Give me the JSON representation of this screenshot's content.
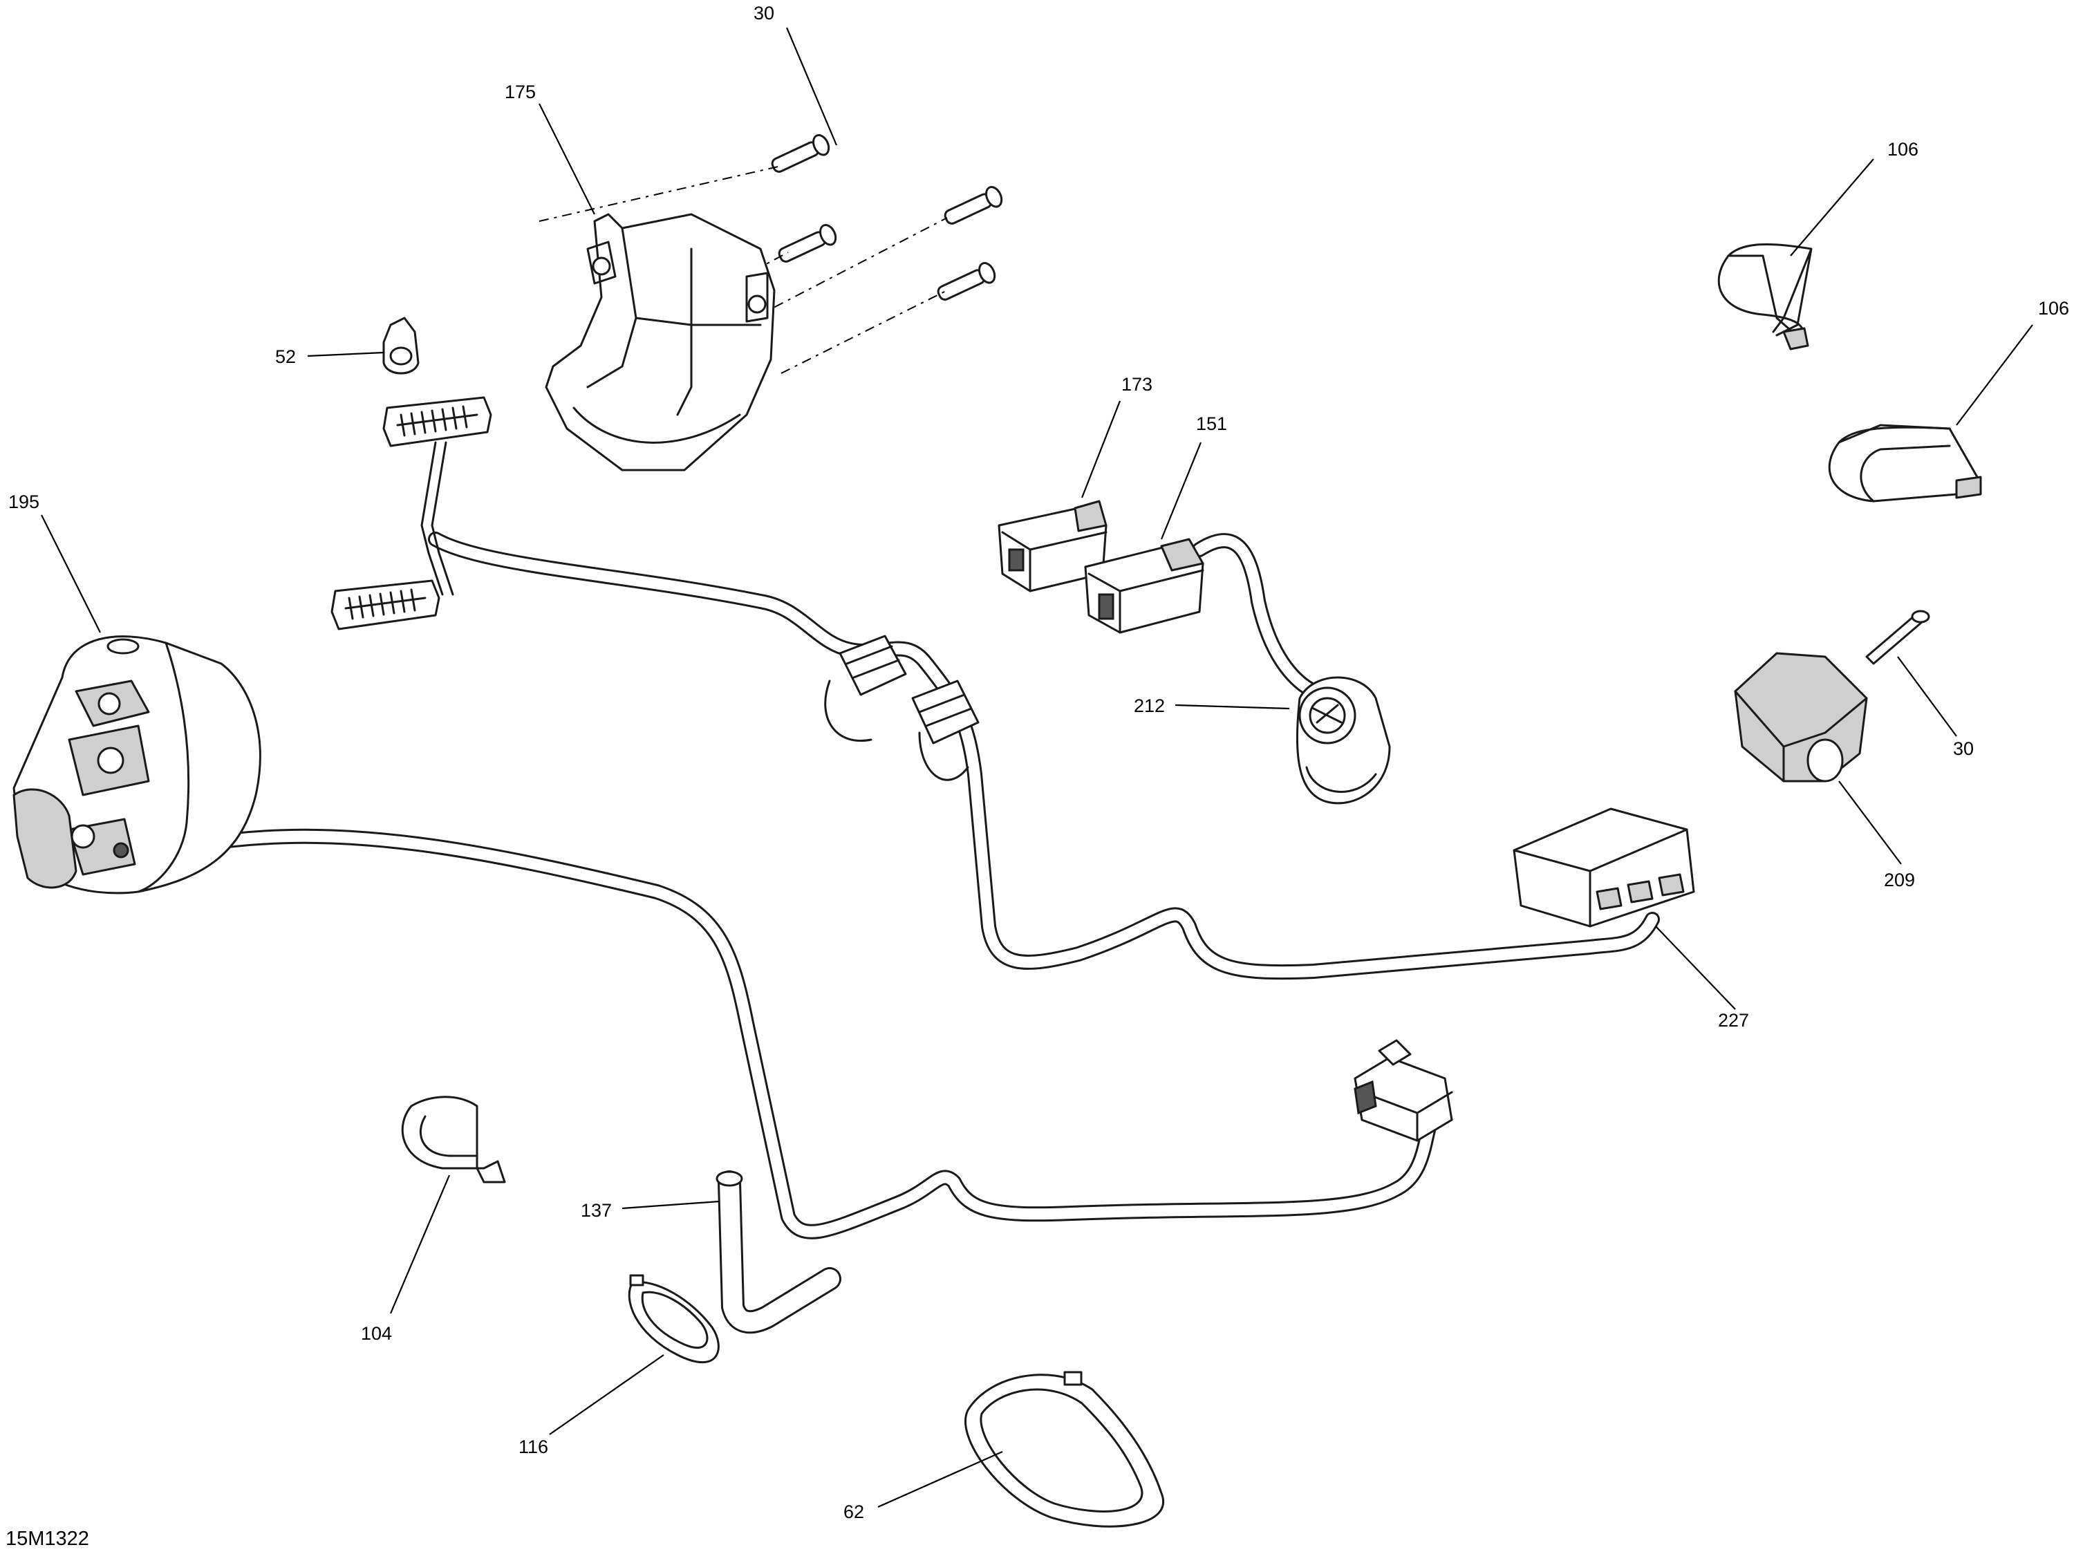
{
  "drawing_ref": "15M1322",
  "callouts": {
    "c30_top": "30",
    "c175": "175",
    "c52": "52",
    "c106_a": "106",
    "c106_b": "106",
    "c173": "173",
    "c151": "151",
    "c195": "195",
    "c212": "212",
    "c30_right": "30",
    "c209": "209",
    "c227": "227",
    "c137": "137",
    "c104": "104",
    "c116": "116",
    "c62": "62"
  }
}
